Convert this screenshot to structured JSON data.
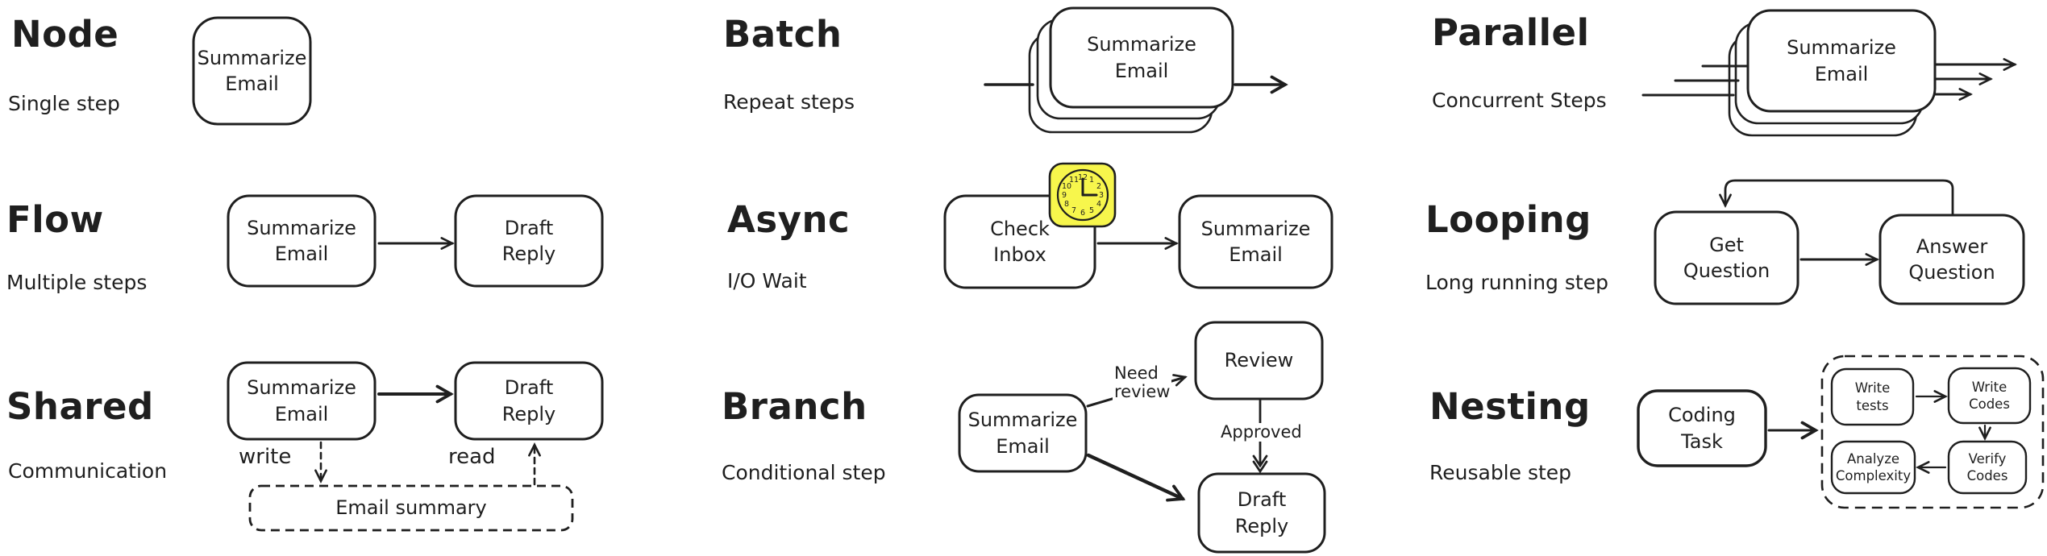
{
  "palette": {
    "ink": "#1f1f1f",
    "background": "#ffffff",
    "clock_yellow": "#f7f64c"
  },
  "patterns": {
    "node": {
      "title": "Node",
      "subtitle": "Single step",
      "box": {
        "line1": "Summarize",
        "line2": "Email"
      }
    },
    "batch": {
      "title": "Batch",
      "subtitle": "Repeat steps",
      "box": {
        "line1": "Summarize",
        "line2": "Email"
      }
    },
    "parallel": {
      "title": "Parallel",
      "subtitle": "Concurrent Steps",
      "box": {
        "line1": "Summarize",
        "line2": "Email"
      }
    },
    "flow": {
      "title": "Flow",
      "subtitle": "Multiple steps",
      "box1": {
        "line1": "Summarize",
        "line2": "Email"
      },
      "box2": {
        "line1": "Draft",
        "line2": "Reply"
      }
    },
    "async": {
      "title": "Async",
      "subtitle": "I/O Wait",
      "box1": {
        "line1": "Check",
        "line2": "Inbox"
      },
      "box2": {
        "line1": "Summarize",
        "line2": "Email"
      },
      "clock_numerals": [
        "12",
        "1",
        "2",
        "3",
        "4",
        "5",
        "6",
        "7",
        "8",
        "9",
        "10",
        "11"
      ]
    },
    "looping": {
      "title": "Looping",
      "subtitle": "Long running step",
      "box1": {
        "line1": "Get",
        "line2": "Question"
      },
      "box2": {
        "line1": "Answer",
        "line2": "Question"
      }
    },
    "shared": {
      "title": "Shared",
      "subtitle": "Communication",
      "box1": {
        "line1": "Summarize",
        "line2": "Email"
      },
      "box2": {
        "line1": "Draft",
        "line2": "Reply"
      },
      "write_label": "write",
      "read_label": "read",
      "store_label": "Email summary"
    },
    "branch": {
      "title": "Branch",
      "subtitle": "Conditional step",
      "source_box": {
        "line1": "Summarize",
        "line2": "Email"
      },
      "review_box": "Review",
      "draft_box": {
        "line1": "Draft",
        "line2": "Reply"
      },
      "need_review_label": {
        "line1": "Need",
        "line2": "review"
      },
      "approved_label": "Approved"
    },
    "nesting": {
      "title": "Nesting",
      "subtitle": "Reusable step",
      "main_box": {
        "line1": "Coding",
        "line2": "Task"
      },
      "write_tests_box": {
        "line1": "Write",
        "line2": "tests"
      },
      "write_codes_box": {
        "line1": "Write",
        "line2": "Codes"
      },
      "verify_codes_box": {
        "line1": "Verify",
        "line2": "Codes"
      },
      "analyze_complexity_box": {
        "line1": "Analyze",
        "line2": "Complexity"
      }
    }
  }
}
